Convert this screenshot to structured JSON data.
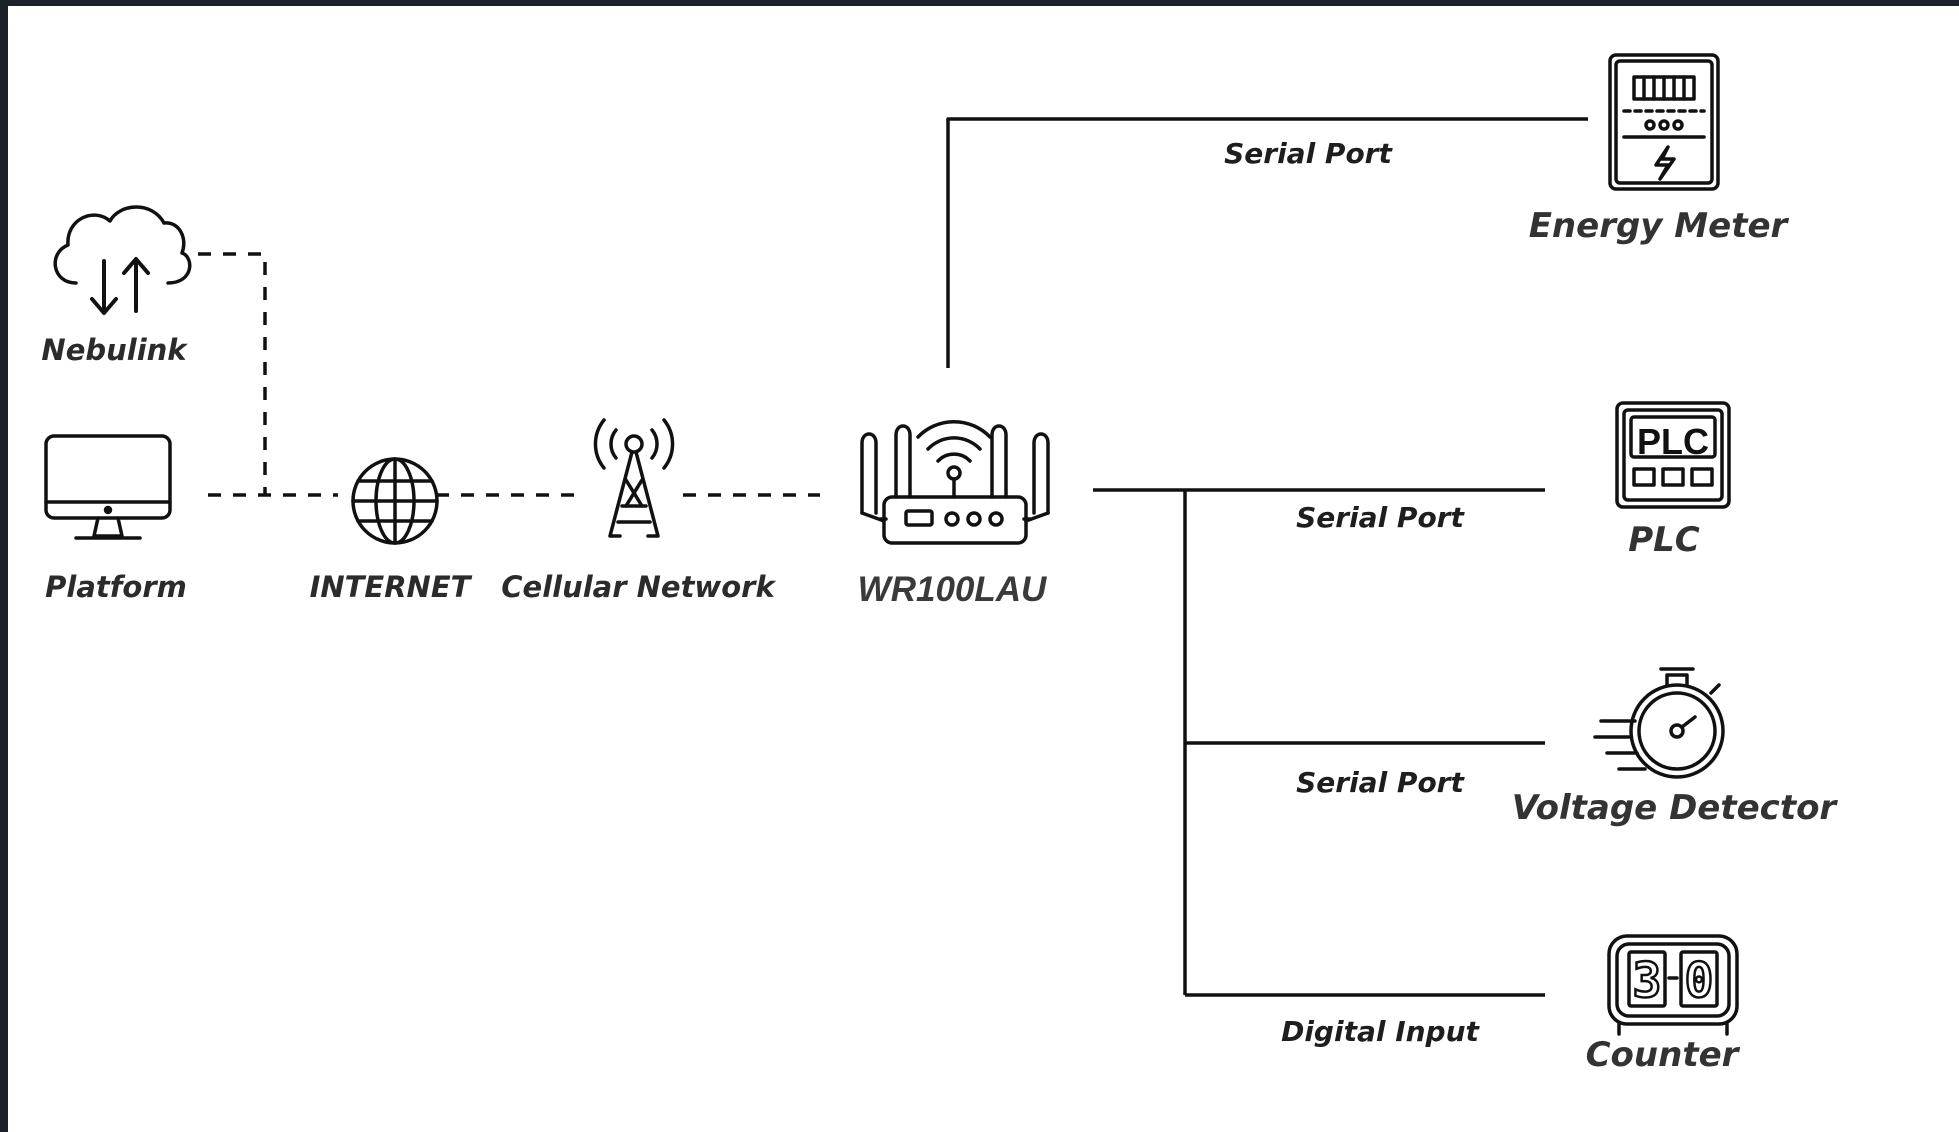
{
  "nodes": {
    "nebulink": "Nebulink",
    "platform": "Platform",
    "internet": "INTERNET",
    "cellular": "Cellular Network",
    "router": "WR100LAU",
    "energy_meter": "Energy Meter",
    "plc": "PLC",
    "voltage_detector": "Voltage Detector",
    "counter": "Counter"
  },
  "links": {
    "energy_meter": "Serial Port",
    "plc": "Serial Port",
    "voltage_detector": "Serial Port",
    "counter": "Digital Input"
  },
  "icons": {
    "nebulink": "cloud-sync-icon",
    "platform": "monitor-icon",
    "internet": "globe-icon",
    "cellular": "cell-tower-icon",
    "router": "router-icon",
    "energy_meter": "energy-meter-icon",
    "plc": "plc-icon",
    "voltage_detector": "stopwatch-icon",
    "counter": "counter-icon"
  },
  "icon_text": {
    "plc": "PLC",
    "counter_left": "3",
    "counter_right": "0"
  },
  "colors": {
    "frame": "#1c2129",
    "canvas": "#ffffff",
    "line": "#111111",
    "label": "#333333"
  }
}
